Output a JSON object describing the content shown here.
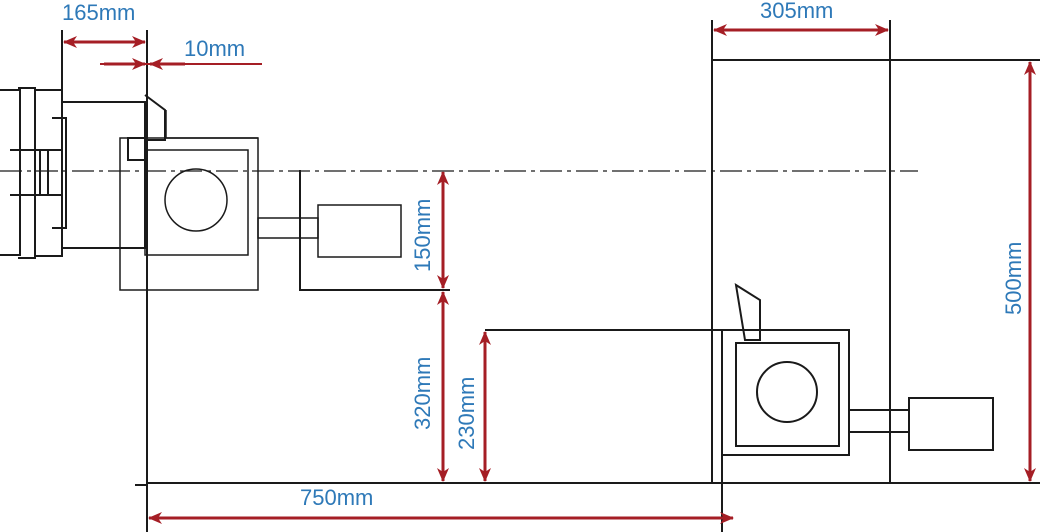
{
  "colors": {
    "line": "#1a1a1a",
    "dimension_arrow": "#a51e25",
    "dimension_text": "#2e79b8",
    "background": "#ffffff"
  },
  "dimensions": {
    "d165": "165mm",
    "d10": "10mm",
    "d305": "305mm",
    "d500": "500mm",
    "d150": "150mm",
    "d320": "320mm",
    "d230": "230mm",
    "d750": "750mm"
  }
}
